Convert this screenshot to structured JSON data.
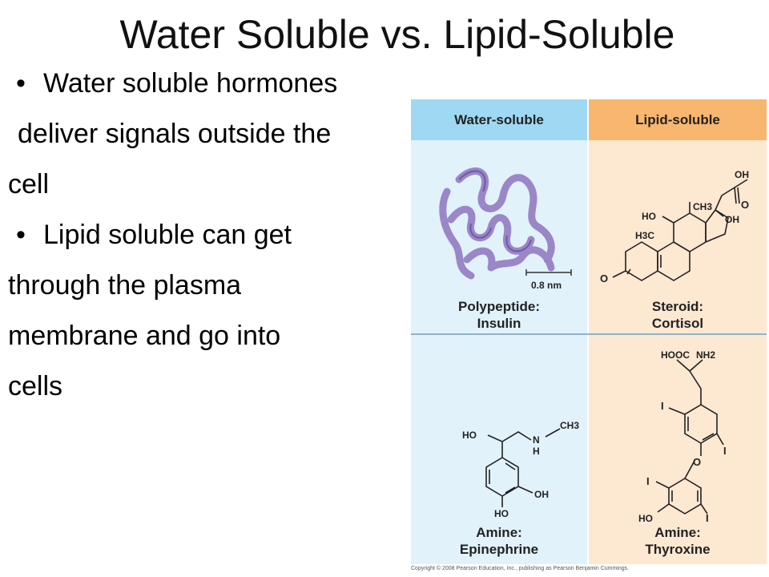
{
  "slide": {
    "title": "Water Soluble vs. Lipid-Soluble",
    "lines": [
      "Water soluble hormones",
      "deliver signals outside the",
      "cell",
      "Lipid soluble can get",
      "through the plasma",
      "membrane and go into",
      "cells"
    ]
  },
  "figure": {
    "col_headers": [
      "Water-soluble",
      "Lipid-soluble"
    ],
    "panels": [
      {
        "caption": [
          "Polypeptide:",
          "Insulin"
        ],
        "scale_label": "0.8 nm"
      },
      {
        "caption": [
          "Steroid:",
          "Cortisol"
        ],
        "labels": [
          "OH",
          "CH3",
          "O",
          "OH",
          "HO",
          "H3C",
          "O"
        ]
      },
      {
        "caption": [
          "Amine:",
          "Epinephrine"
        ],
        "labels": [
          "HO",
          "N",
          "H",
          "CH3",
          "OH",
          "HO"
        ]
      },
      {
        "caption": [
          "Amine:",
          "Thyroxine"
        ],
        "labels": [
          "HOOC",
          "NH2",
          "I",
          "I",
          "O",
          "I",
          "I",
          "HO"
        ]
      }
    ],
    "copyright": "Copyright © 2008 Pearson Education, Inc., publishing as Pearson Benjamin Cummings."
  },
  "colors": {
    "water_header": "#9fd8f3",
    "water_bg": "#e1f2fb",
    "lipid_header": "#f9b66e",
    "lipid_bg": "#fde8d2",
    "insulin": "#9b86c8"
  }
}
